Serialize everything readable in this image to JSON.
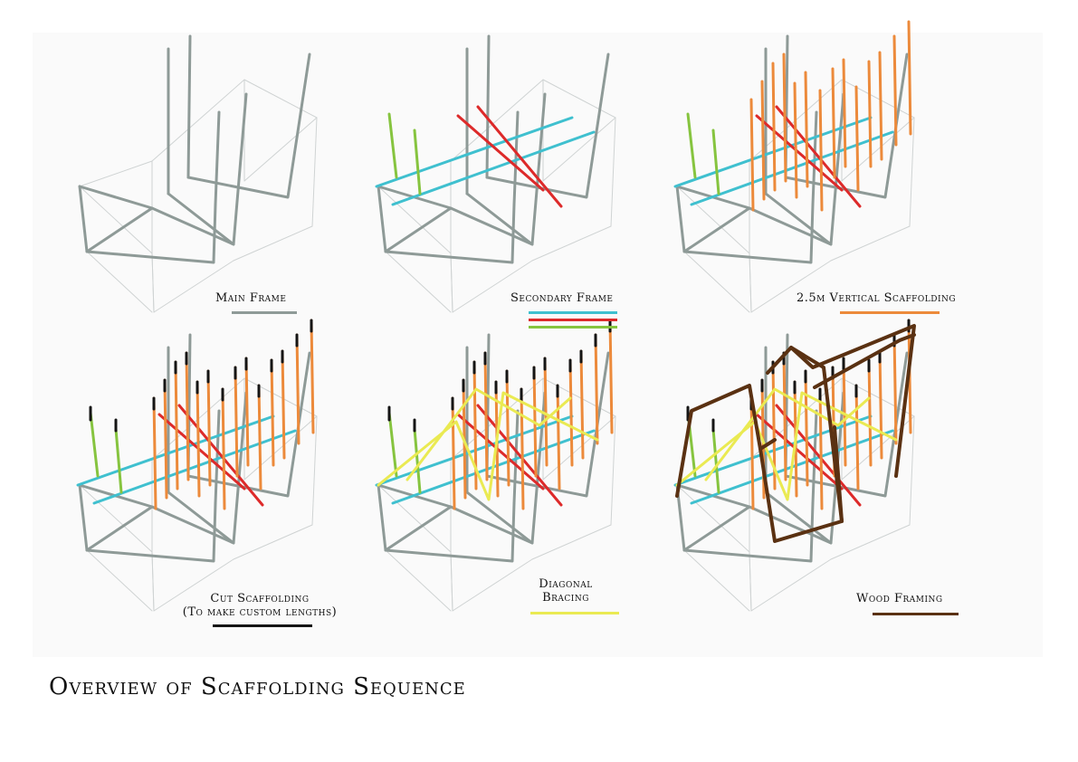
{
  "title": "Overview of Scaffolding Sequence",
  "colors": {
    "frame": "#8e9a97",
    "outline": "#cfd3d3",
    "cyan": "#3fc0cf",
    "red": "#dd2a2a",
    "green": "#86c43f",
    "orange": "#ec8a3b",
    "black": "#151515",
    "yellow": "#eaea52",
    "brown": "#5a3112"
  },
  "panels": [
    {
      "label": "Main Frame",
      "legend": [
        "frame"
      ]
    },
    {
      "label": "Secondary Frame",
      "legend": [
        "cyan",
        "red",
        "green"
      ]
    },
    {
      "label": "2.5m Vertical Scaffolding",
      "legend": [
        "orange"
      ]
    },
    {
      "label_line1": "Cut Scaffolding",
      "label_line2": "(To make custom lengths)",
      "legend": [
        "black"
      ]
    },
    {
      "label_line1": "Diagonal",
      "label_line2": "Bracing",
      "legend": [
        "yellow"
      ]
    },
    {
      "label": "Wood Framing",
      "legend": [
        "brown"
      ]
    }
  ]
}
